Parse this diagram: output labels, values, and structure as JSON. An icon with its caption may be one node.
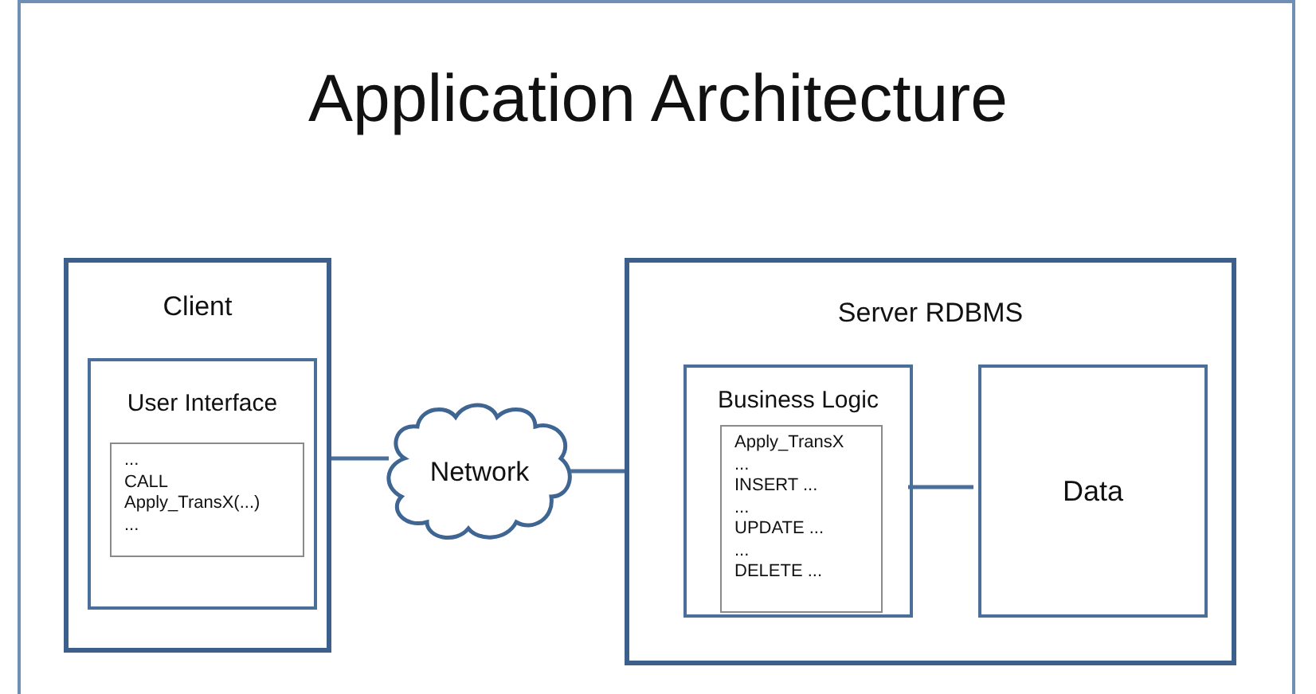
{
  "diagram": {
    "title": "Application Architecture",
    "nodes": [
      {
        "text": [
          "Client"
        ]
      },
      {
        "text": [
          "User Interface"
        ],
        "in": 0
      },
      {
        "text": [
          "...",
          "CALL",
          "Apply_TransX(...)",
          "..."
        ],
        "in": 1
      },
      {
        "text": [
          "Network"
        ]
      },
      {
        "text": [
          "Server RDBMS"
        ]
      },
      {
        "text": [
          "Business Logic"
        ],
        "in": 4
      },
      {
        "text": [
          "Apply_TransX",
          "...",
          "INSERT ...",
          "...",
          "UPDATE ...",
          "...",
          "DELETE ..."
        ],
        "in": 5
      },
      {
        "text": [
          "Data"
        ],
        "in": 4
      }
    ],
    "edges": [
      {
        "from": 0,
        "to": 3,
        "arrow": "none"
      },
      {
        "from": 3,
        "to": 4,
        "arrow": "none"
      },
      {
        "from": 5,
        "to": 7,
        "arrow": "none"
      }
    ]
  }
}
